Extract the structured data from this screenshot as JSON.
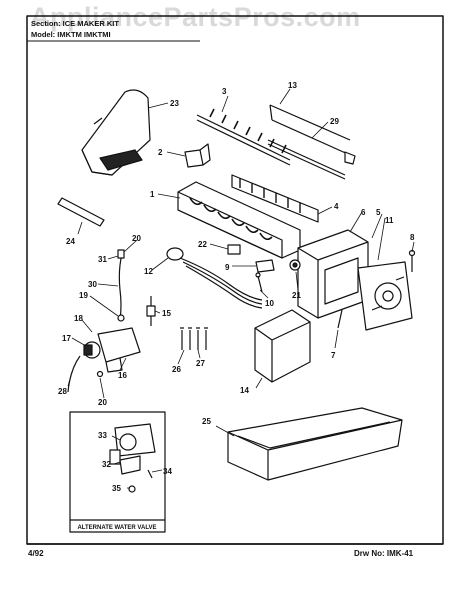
{
  "watermark": "AppliancePartsPros.com",
  "header": {
    "section_line": "Section: ICE MAKER KIT",
    "model_line": "Model: IMKTM IMKTMI"
  },
  "footer": {
    "date": "4/92",
    "drawing_number": "Drw No: IMK-41"
  },
  "inset": {
    "caption": "ALTERNATE WATER VALVE"
  },
  "callouts": [
    "1",
    "2",
    "3",
    "4",
    "5",
    "6",
    "7",
    "8",
    "9",
    "10",
    "11",
    "12",
    "13",
    "14",
    "15",
    "16",
    "17",
    "18",
    "19",
    "20",
    "20",
    "21",
    "22",
    "23",
    "24",
    "25",
    "26",
    "27",
    "28",
    "29",
    "30",
    "31",
    "32",
    "33",
    "34",
    "35"
  ]
}
